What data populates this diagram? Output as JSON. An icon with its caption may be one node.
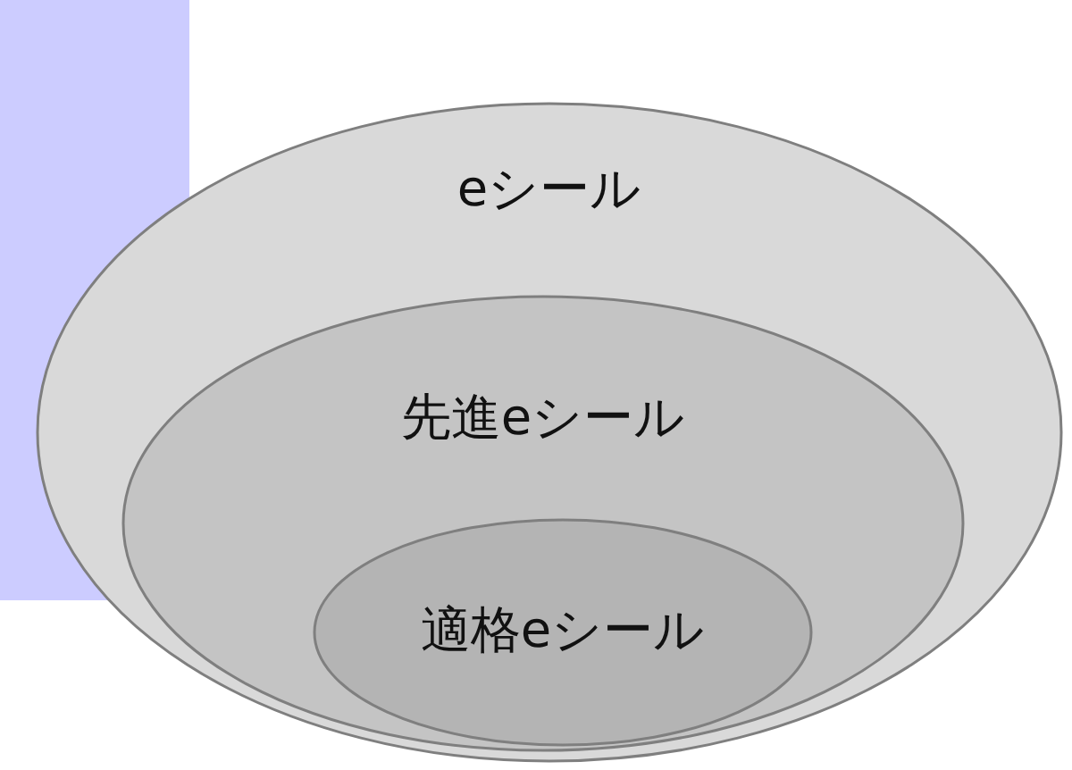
{
  "diagram": {
    "nodes": [
      {
        "text": [
          "eシール"
        ]
      },
      {
        "text": [
          "先進eシール"
        ],
        "in": 0
      },
      {
        "text": [
          "適格eシール"
        ],
        "in": 1
      }
    ]
  }
}
